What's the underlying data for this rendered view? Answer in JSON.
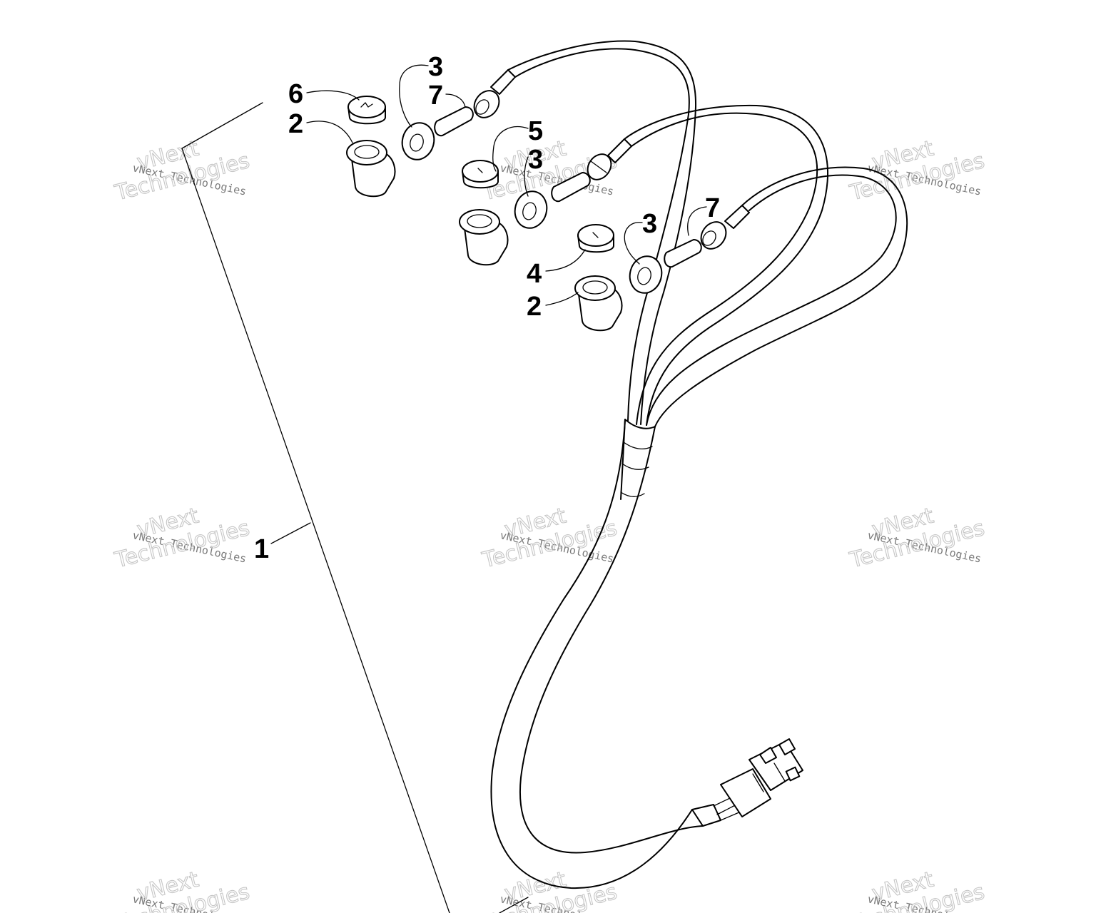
{
  "diagram": {
    "callouts": [
      {
        "id": "c6",
        "label": "6"
      },
      {
        "id": "c2a",
        "label": "2"
      },
      {
        "id": "c3a",
        "label": "3"
      },
      {
        "id": "c7a",
        "label": "7"
      },
      {
        "id": "c5",
        "label": "5"
      },
      {
        "id": "c3b",
        "label": "3"
      },
      {
        "id": "c3c",
        "label": "3"
      },
      {
        "id": "c7b",
        "label": "7"
      },
      {
        "id": "c4",
        "label": "4"
      },
      {
        "id": "c2b",
        "label": "2"
      },
      {
        "id": "c1",
        "label": "1"
      }
    ],
    "watermark": {
      "small_text": "vNext Technologies",
      "large_line1": "vNext",
      "large_line2": "Technologies"
    }
  }
}
